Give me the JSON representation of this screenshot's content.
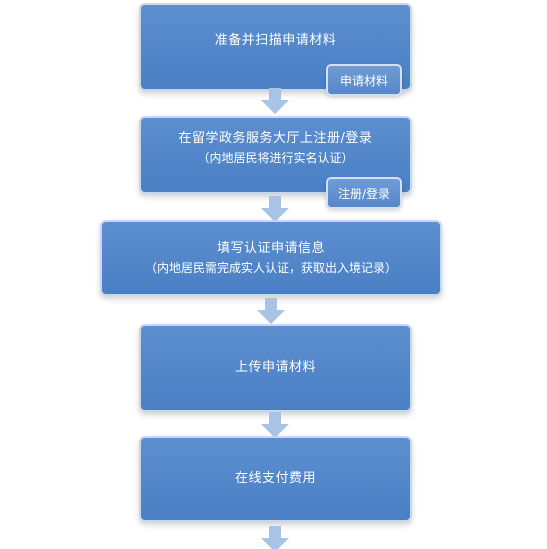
{
  "steps": [
    {
      "title": "准备并扫描申请材料",
      "badge": "申请材料"
    },
    {
      "title": "在留学政务服务大厅上注册/登录",
      "subtitle": "（内地居民将进行实名认证）",
      "badge": "注册/登录"
    },
    {
      "title": "填写认证申请信息",
      "subtitle": "（内地居民需完成实人认证，获取出入境记录）"
    },
    {
      "title": "上传申请材料"
    },
    {
      "title": "在线支付费用"
    }
  ],
  "colors": {
    "box": "#4a7fc4",
    "arrow": "#a9c3e6"
  }
}
